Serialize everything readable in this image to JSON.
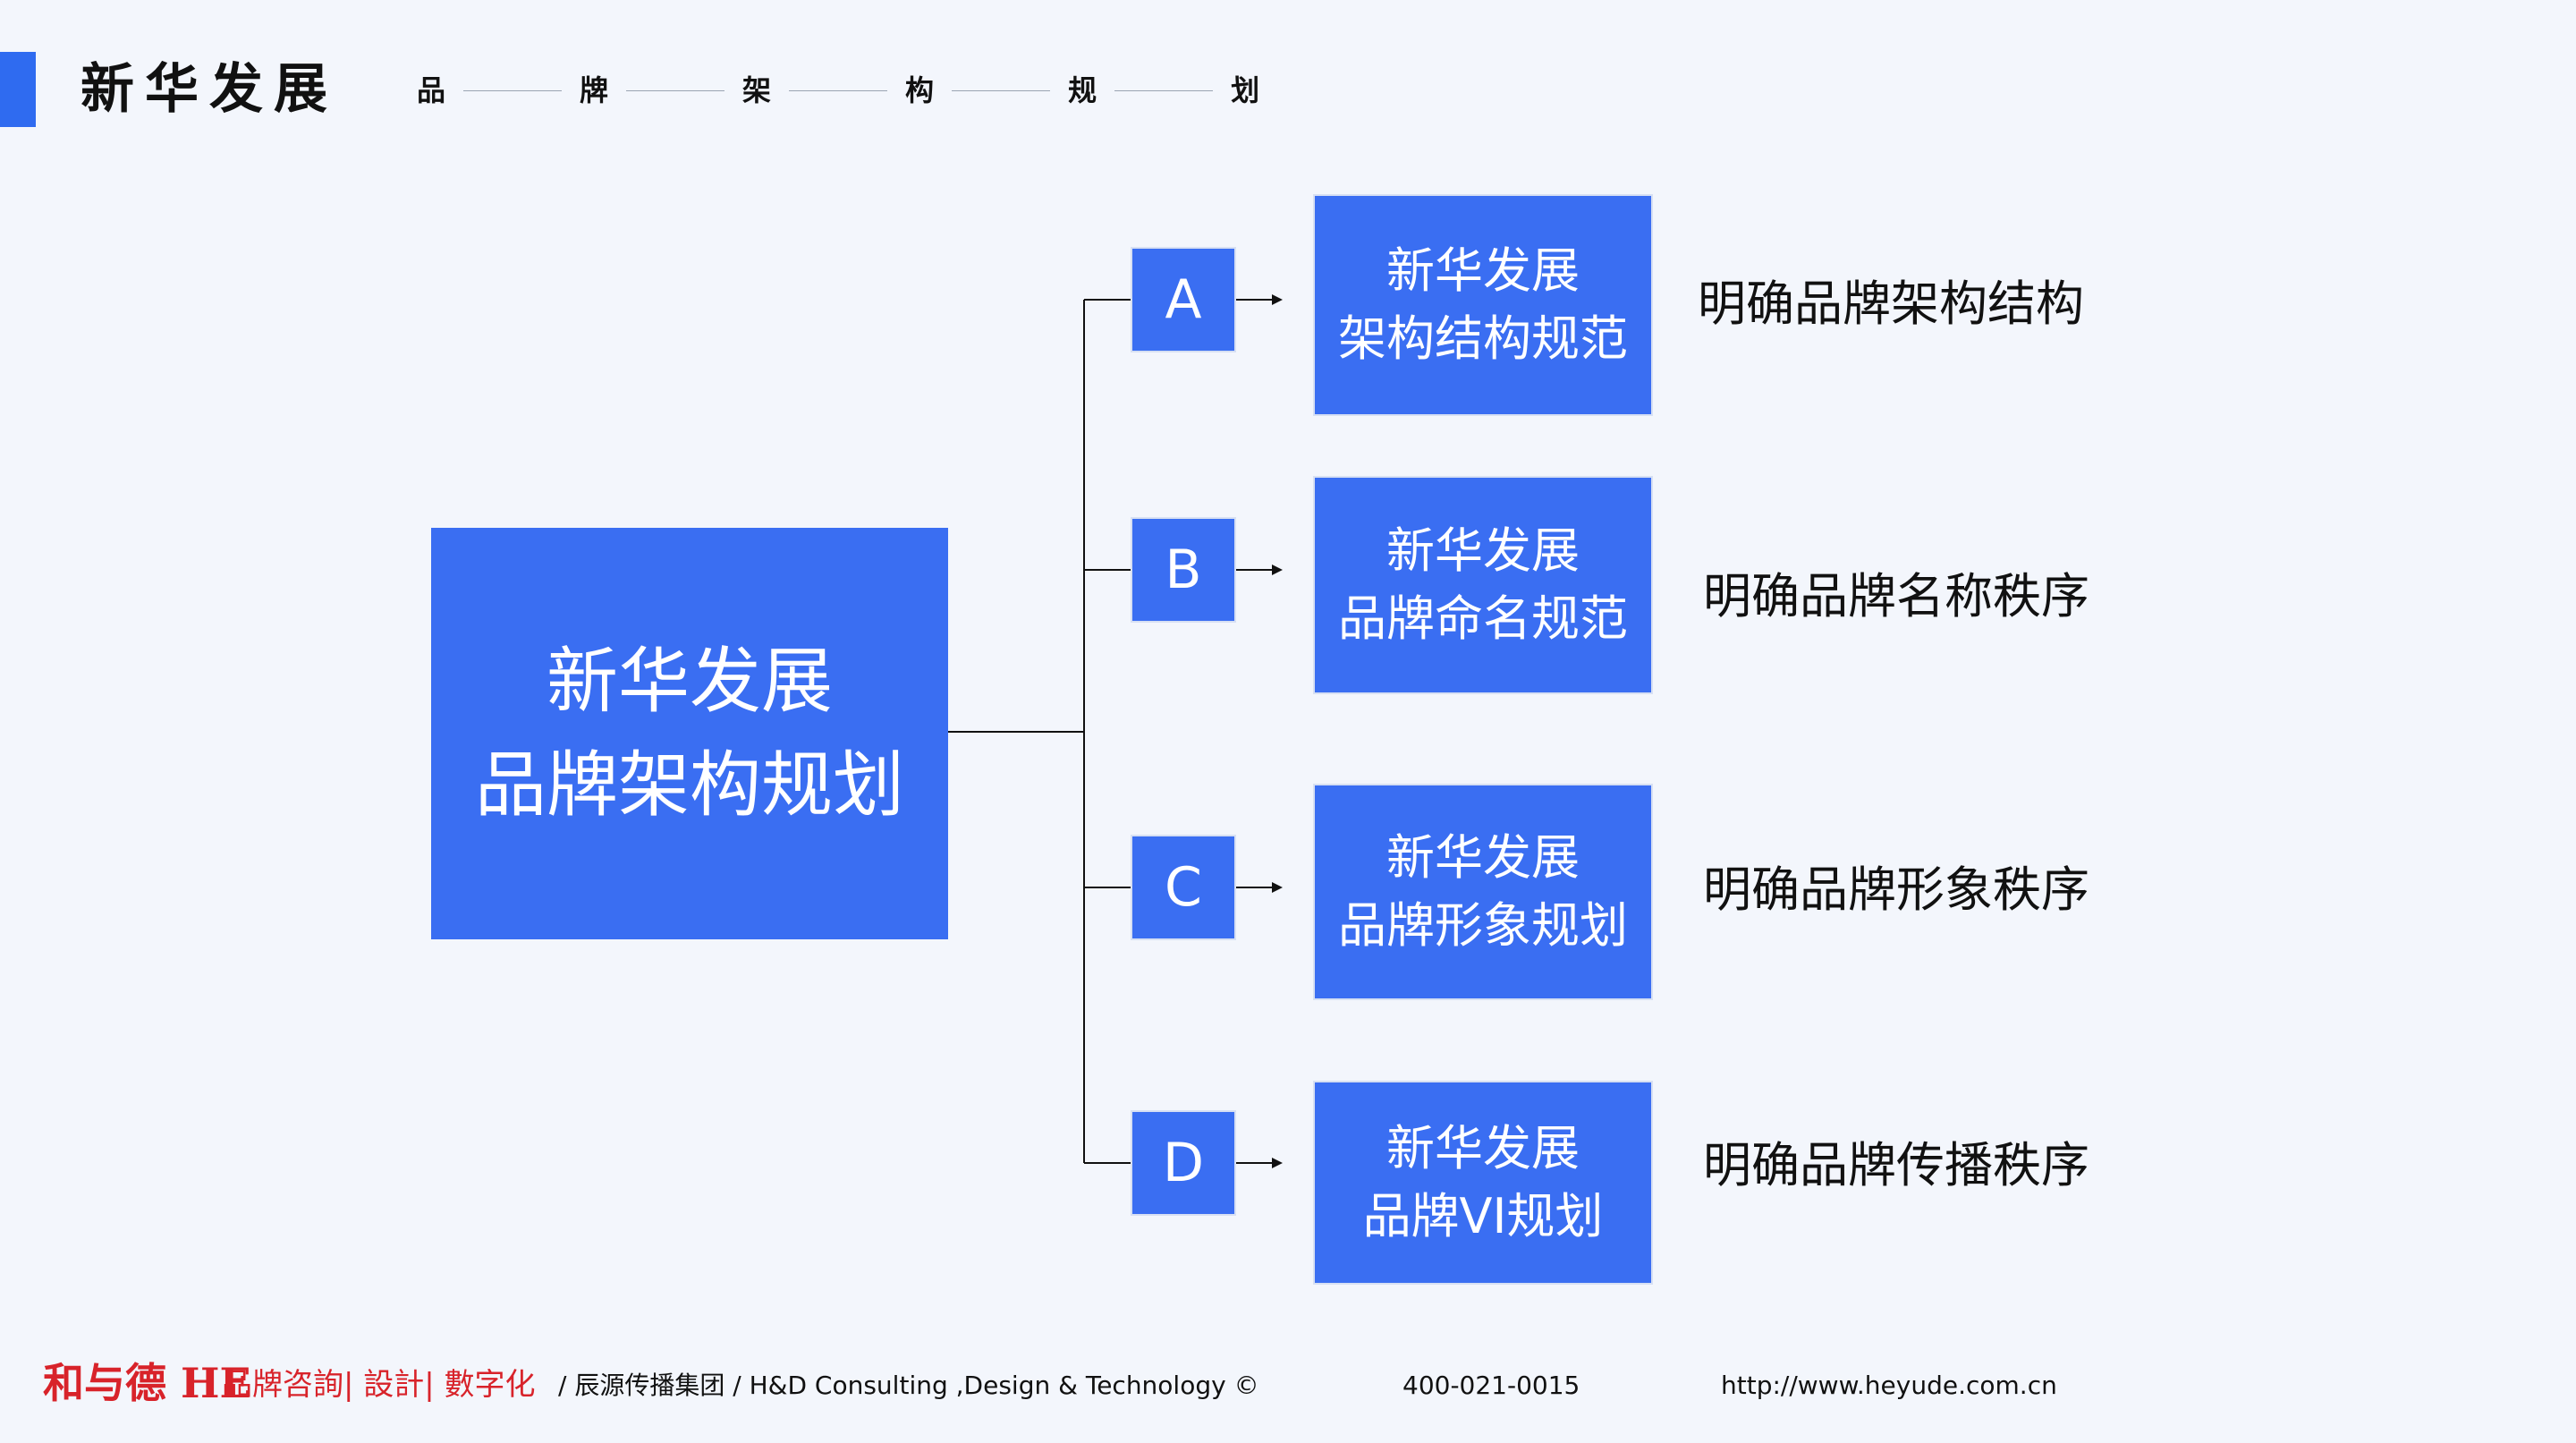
{
  "header": {
    "title": "新华发展",
    "steps": [
      "品",
      "牌",
      "架",
      "构",
      "规",
      "划"
    ]
  },
  "diagram": {
    "root": {
      "line1": "新华发展",
      "line2": "品牌架构规划"
    },
    "branches": [
      {
        "letter": "A",
        "box_line1": "新华发展",
        "box_line2": "架构结构规范",
        "description": "明确品牌架构结构"
      },
      {
        "letter": "B",
        "box_line1": "新华发展",
        "box_line2": "品牌命名规范",
        "description": "明确品牌名称秩序"
      },
      {
        "letter": "C",
        "box_line1": "新华发展",
        "box_line2": "品牌形象规划",
        "description": "明确品牌形象秩序"
      },
      {
        "letter": "D",
        "box_line1": "新华发展",
        "box_line2": "品牌VI规划",
        "description": "明确品牌传播秩序"
      }
    ]
  },
  "footer": {
    "logo": "和与德 HE",
    "tagline": "品牌咨詢| 設計| 數字化",
    "company": "/  辰源传播集团 / H&D Consulting ,Design & Technology ©",
    "phone": "400-021-0015",
    "website": "http://www.heyude.com.cn"
  },
  "colors": {
    "accent": "#2f6bf0",
    "box": "#3a6ef2",
    "background": "#f3f6fc",
    "brand_red": "#d8232a"
  }
}
